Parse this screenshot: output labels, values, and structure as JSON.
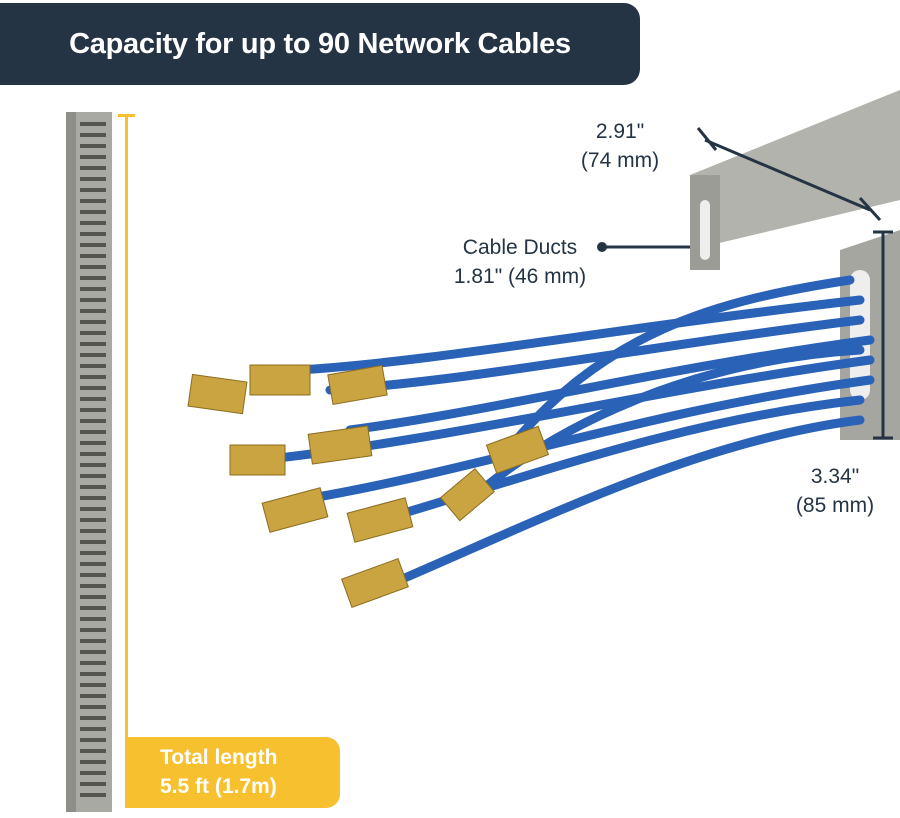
{
  "header": {
    "title": "Capacity for up to 90 Network Cables"
  },
  "length_callout": {
    "line1": "Total length",
    "line2": "5.5 ft (1.7m)"
  },
  "width_label": {
    "line1": "2.91\"",
    "line2": "(74 mm)"
  },
  "slot_label": {
    "line1": "Cable Ducts",
    "line2": "1.81\" (46 mm)"
  },
  "height_label": {
    "line1": "3.34\"",
    "line2": "(85 mm)"
  },
  "colors": {
    "header": "#243444",
    "accent": "#f7c02e",
    "duct": "#a9a9a3",
    "cable": "#2a62b8",
    "connector": "#c9a441"
  }
}
